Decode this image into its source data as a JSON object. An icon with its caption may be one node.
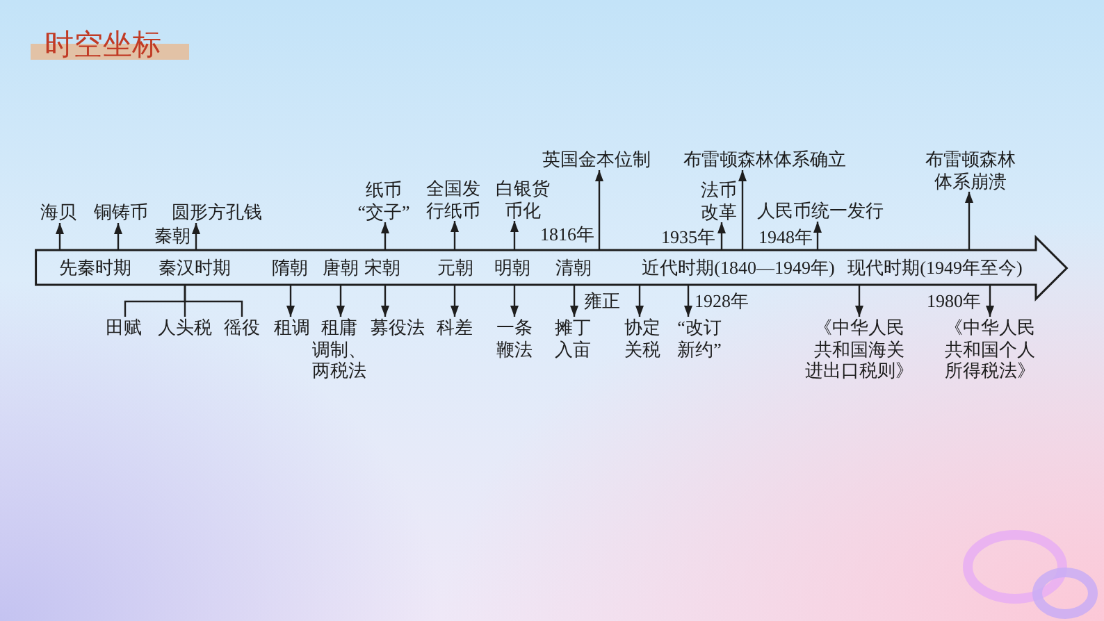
{
  "diagram": {
    "title": "时空坐标",
    "nodes": [
      {
        "text": [],
        "shape": "arrow"
      },
      {
        "text": [
          "先秦时期"
        ],
        "in": 0
      },
      {
        "text": [
          "秦汉时期"
        ],
        "in": 0
      },
      {
        "text": [
          "隋朝"
        ],
        "in": 0
      },
      {
        "text": [
          "唐朝"
        ],
        "in": 0
      },
      {
        "text": [
          "宋朝"
        ],
        "in": 0
      },
      {
        "text": [
          "元朝"
        ],
        "in": 0
      },
      {
        "text": [
          "明朝"
        ],
        "in": 0
      },
      {
        "text": [
          "清朝"
        ],
        "in": 0
      },
      {
        "text": [
          "近代时期(1840—1949年)"
        ],
        "in": 0
      },
      {
        "text": [
          "现代时期(1949年至今)"
        ],
        "in": 0
      },
      {
        "text": [
          "海贝"
        ]
      },
      {
        "text": [
          "铜铸币"
        ]
      },
      {
        "text": [
          "圆形方孔钱"
        ]
      },
      {
        "text": [
          "纸币“交子”"
        ]
      },
      {
        "text": [
          "全国发行纸币"
        ]
      },
      {
        "text": [
          "白银货币化"
        ]
      },
      {
        "text": [
          "英国金本位制"
        ]
      },
      {
        "text": [
          "法币改革"
        ]
      },
      {
        "text": [
          "布雷顿森林体系确立"
        ]
      },
      {
        "text": [
          "人民币统一发行"
        ]
      },
      {
        "text": [
          "布雷顿森林体系崩溃"
        ]
      },
      {
        "text": [
          "田赋"
        ]
      },
      {
        "text": [
          "人头税"
        ]
      },
      {
        "text": [
          "徭役"
        ]
      },
      {
        "text": [
          "租调"
        ]
      },
      {
        "text": [
          "租庸调制、两税法"
        ]
      },
      {
        "text": [
          "募役法"
        ]
      },
      {
        "text": [
          "科差"
        ]
      },
      {
        "text": [
          "一条鞭法"
        ]
      },
      {
        "text": [
          "摊丁入亩"
        ]
      },
      {
        "text": [
          "协定关税"
        ]
      },
      {
        "text": [
          "“改订新约”"
        ]
      },
      {
        "text": [
          "《中华人民共和国海关进出口税则》"
        ]
      },
      {
        "text": [
          "《中华人民共和国个人所得税法》"
        ]
      }
    ],
    "edges": [
      {
        "from": 1,
        "to": 11,
        "arrow": "to"
      },
      {
        "from": 1,
        "to": 12,
        "arrow": "to"
      },
      {
        "from": 2,
        "to": 13,
        "arrow": "to",
        "label": "秦朝"
      },
      {
        "from": 5,
        "to": 14,
        "arrow": "to"
      },
      {
        "from": 6,
        "to": 15,
        "arrow": "to"
      },
      {
        "from": 7,
        "to": 16,
        "arrow": "to"
      },
      {
        "from": 8,
        "to": 17,
        "arrow": "to",
        "label": "1816年"
      },
      {
        "from": 9,
        "to": 18,
        "arrow": "to",
        "label": "1935年"
      },
      {
        "from": 9,
        "to": 19,
        "arrow": "to"
      },
      {
        "from": 9,
        "to": 20,
        "arrow": "to",
        "label": "1948年"
      },
      {
        "from": 10,
        "to": 21,
        "arrow": "to"
      },
      {
        "from": 2,
        "to": 22,
        "arrow": "none"
      },
      {
        "from": 2,
        "to": 23,
        "arrow": "none"
      },
      {
        "from": 2,
        "to": 24,
        "arrow": "none"
      },
      {
        "from": 3,
        "to": 25,
        "arrow": "to"
      },
      {
        "from": 4,
        "to": 26,
        "arrow": "to"
      },
      {
        "from": 5,
        "to": 27,
        "arrow": "to"
      },
      {
        "from": 6,
        "to": 28,
        "arrow": "to"
      },
      {
        "from": 7,
        "to": 29,
        "arrow": "to"
      },
      {
        "from": 8,
        "to": 30,
        "arrow": "to",
        "label": "雍正"
      },
      {
        "from": 9,
        "to": 31,
        "arrow": "to"
      },
      {
        "from": 9,
        "to": 32,
        "arrow": "to",
        "label": "1928年"
      },
      {
        "from": 10,
        "to": 33,
        "arrow": "to"
      },
      {
        "from": 10,
        "to": 34,
        "arrow": "to",
        "label": "1980年"
      }
    ]
  }
}
